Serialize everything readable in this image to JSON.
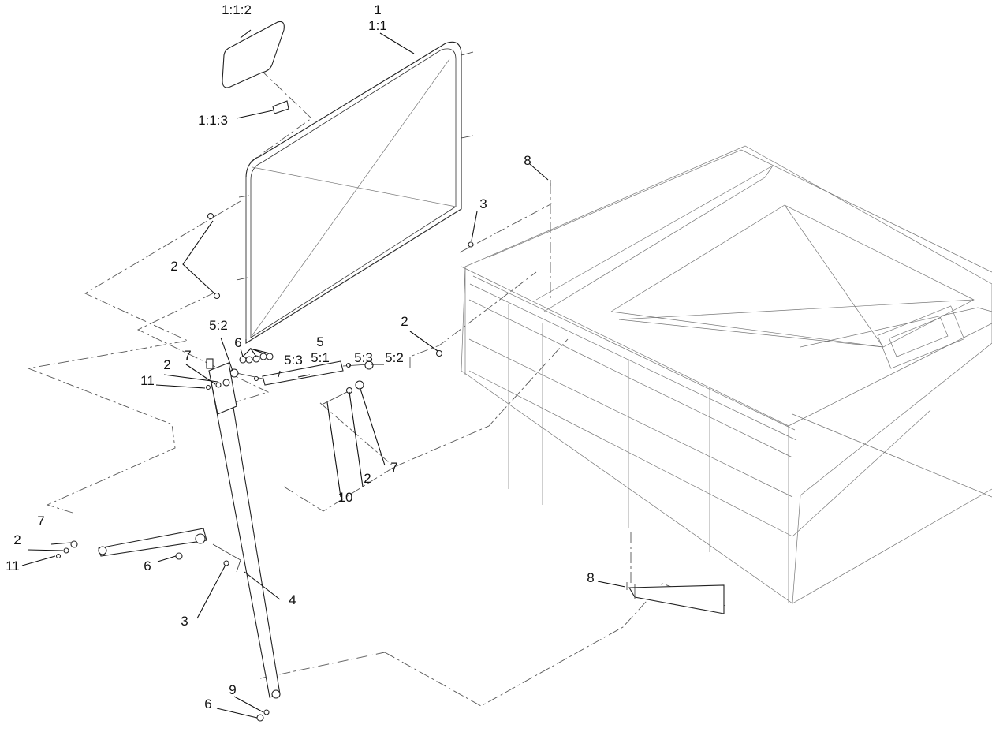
{
  "labels": {
    "l_1": "1",
    "l_1_1": "1:1",
    "l_1_1_2": "1:1:2",
    "l_1_1_3": "1:1:3",
    "l_2_a": "2",
    "l_2_b": "2",
    "l_2_c": "2",
    "l_2_d": "2",
    "l_2_e": "2",
    "l_3_a": "3",
    "l_3_b": "3",
    "l_4": "4",
    "l_5": "5",
    "l_5_1": "5:1",
    "l_5_2_a": "5:2",
    "l_5_2_b": "5:2",
    "l_5_3_a": "5:3",
    "l_5_3_b": "5:3",
    "l_6_a": "6",
    "l_6_b": "6",
    "l_6_c": "6",
    "l_7_a": "7",
    "l_7_b": "7",
    "l_7_c": "7",
    "l_8_a": "8",
    "l_8_b": "8",
    "l_9": "9",
    "l_10": "10",
    "l_11_a": "11",
    "l_11_b": "11"
  }
}
